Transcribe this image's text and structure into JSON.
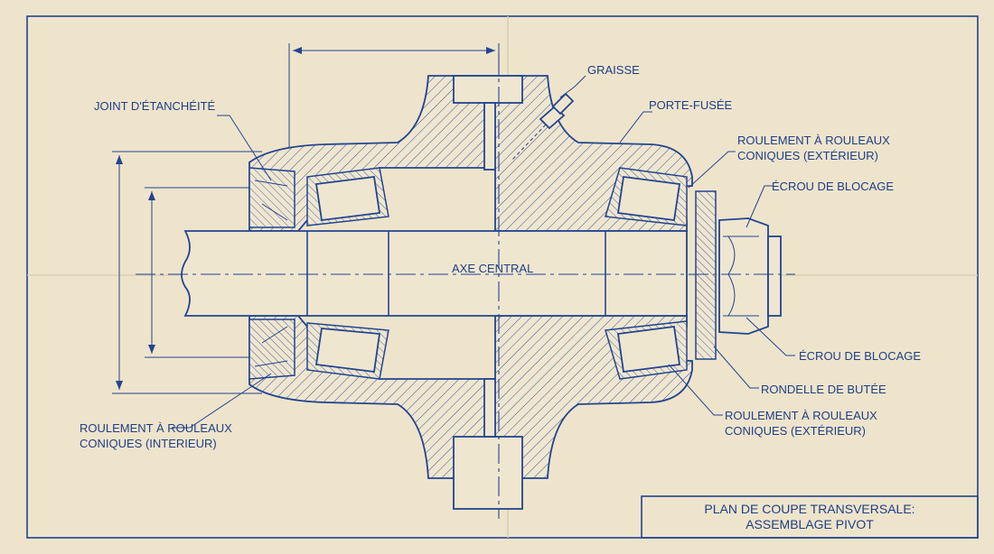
{
  "labels": {
    "graisse": "GRAISSE",
    "joint": "JOINT D'ÉTANCHÉITÉ",
    "porte_fusee": "PORTE-FUSÉE",
    "roul_ext_top_1": "ROULEMENT À ROULEAUX",
    "roul_ext_top_2": "CONIQUES (EXTÉRIEUR)",
    "ecrou_top": "ÉCROU DE BLOCAGE",
    "axe": "AXE CENTRAL",
    "ecrou_bottom": "ÉCROU DE BLOCAGE",
    "rondelle": "RONDELLE DE BUTÉE",
    "roul_ext_bot_1": "ROULEMENT À ROULEAUX",
    "roul_ext_bot_2": "CONIQUES (EXTÉRIEUR)",
    "roul_int_1": "ROULEMENT À ROULEAUX",
    "roul_int_2": "CONIQUES (INTERIEUR)"
  },
  "title_block": {
    "line1": "PLAN DE COUPE TRANSVERSALE:",
    "line2": "ASSEMBLAGE PIVOT"
  },
  "colors": {
    "ink": "#22458f",
    "paper": "#eee4cc"
  }
}
